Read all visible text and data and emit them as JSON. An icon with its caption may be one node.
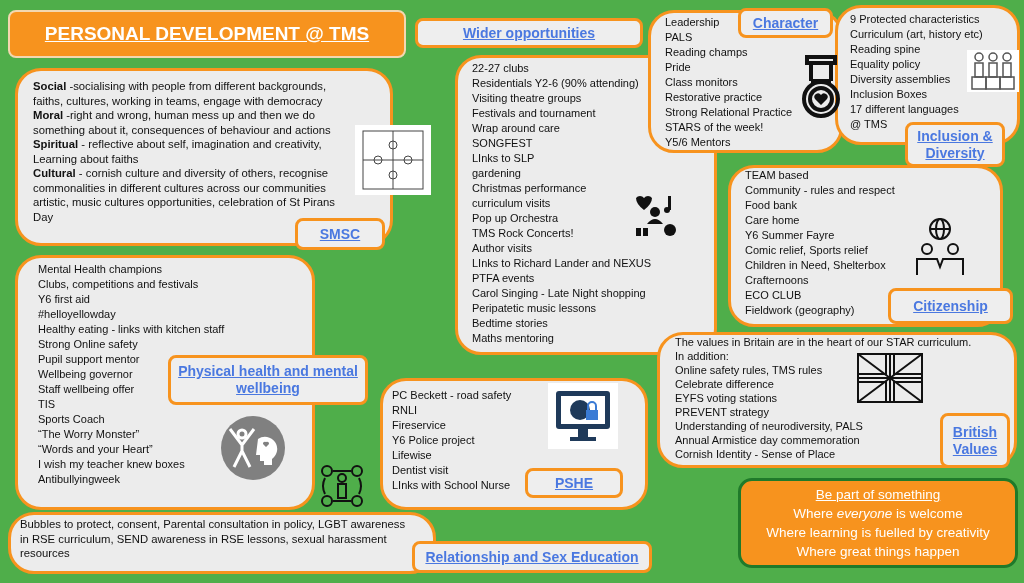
{
  "diagram": {
    "nodes": [
      {
        "text": [
          "PERSONAL DEVELOPMENT @ TMS"
        ]
      },
      {
        "text": [
          "Wider opportunities",
          "22-27 clubs",
          "Residentials Y2-6 (90% attending)",
          "Visiting theatre groups",
          "Festivals and tournament",
          "Wrap around care",
          "SONGFEST",
          "LInks to SLP",
          "gardening",
          "Christmas performance",
          "curriculum visits",
          "Pop up Orchestra",
          "TMS Rock Concerts!",
          "Author visits",
          "LInks to Richard Lander and NEXUS",
          "PTFA events",
          "Carol Singing - Late Night shopping",
          "Peripatetic music lessons",
          "Bedtime stories",
          "Maths mentoring"
        ]
      },
      {
        "text": [
          "Character",
          "Leadership",
          "PALS",
          "Reading champs",
          "Pride",
          "Class monitors",
          "Restorative practice",
          "Strong Relational Practice",
          "STARS of the week!",
          "Y5/6 Mentors"
        ]
      },
      {
        "text": [
          "9 Protected characteristics",
          "Curriculum (art, history etc)",
          "Reading spine",
          "Equality policy",
          "Diversity assemblies",
          "Inclusion Boxes",
          "17 different languages @ TMS",
          "Inclusion & Diversity"
        ]
      },
      {
        "text": [
          "**Social** -socialising with people from different backgrounds, faiths, cultures, working in teams, engage with democracy",
          "**Moral** -right and wrong, human mess up and then we do something about it, consequences of behaviour and actions",
          "**Spiritual** - reflective about self, imagination and creativity, Learning about faiths",
          "**Cultural** - cornish culture and diversity of others, recognise commonalities in different cultures across our communities artistic, music cultures opportunities, celebration of St Pirans Day",
          "SMSC"
        ]
      },
      {
        "text": [
          "TEAM based",
          "Community - rules and respect",
          "Food bank",
          "Care home",
          "Y6 Summer Fayre",
          "Comic relief, Sports relief",
          "Children in Need, Shelterbox",
          "Crafternoons",
          "ECO CLUB",
          "Fieldwork (geography)",
          "Citizenship"
        ]
      },
      {
        "text": [
          "Mental Health champions",
          "Clubs, competitions and festivals",
          "Y6 first aid",
          "#helloyellowday",
          "Healthy eating - links with kitchen staff",
          "Strong Online safety",
          "Pupil support mentor",
          "Wellbeing governor",
          "Staff wellbeing offer",
          "TIS",
          "Sports Coach",
          "“The Worry Monster”",
          "“Words and your Heart”",
          "I wish my teacher knew boxes",
          "Antibullyingweek",
          "Physical health and mental wellbeing"
        ]
      },
      {
        "text": [
          "The values in Britain are in the heart of our STAR curriculum.",
          "In addition:",
          "Online safety rules, TMS rules",
          "Celebrate difference",
          "EYFS voting stations",
          "PREVENT strategy",
          "Understanding of neurodiversity, PALS",
          "Annual Armistice day commemoration",
          "Cornish Identity - Sense of Place",
          "British Values"
        ]
      },
      {
        "text": [
          "PC Beckett - road safety",
          "RNLI",
          "Fireservice",
          "Y6 Police project",
          "Lifewise",
          "Dentist visit",
          "LInks with School Nurse",
          "PSHE"
        ]
      },
      {
        "text": [
          "Bubbles to protect, consent, Parental consultation in policy, LGBT awareness in RSE curriculum, SEND awareness in RSE lessons, sexual harassment resources",
          "Relationship and Sex Education"
        ]
      },
      {
        "text": [
          "Be part of something",
          "Where *everyone* is welcome",
          "Where learning is fuelled by creativity",
          "Where great things happen"
        ]
      }
    ]
  }
}
